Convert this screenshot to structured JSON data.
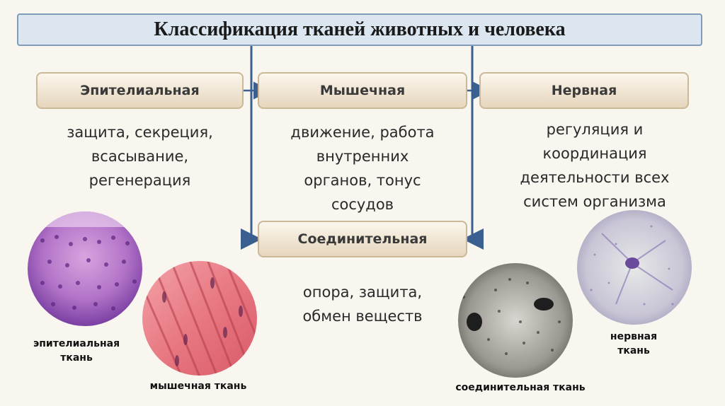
{
  "title": "Классификация тканей животных и человека",
  "categories": {
    "epithelial": "Эпителиальная",
    "muscle": "Мышечная",
    "nervous": "Нервная",
    "connective": "Соединительная"
  },
  "descriptions": {
    "epithelial": [
      "защита, секреция,",
      "всасывание,",
      "регенерация"
    ],
    "muscle": [
      "движение, работа",
      "внутренних",
      "органов, тонус",
      "сосудов"
    ],
    "nervous": [
      "регуляция и",
      "координация",
      "деятельности всех",
      "систем организма"
    ],
    "connective": [
      "опора, защита,",
      "обмен веществ"
    ]
  },
  "captions": {
    "epithelial": [
      "эпителиальная",
      "ткань"
    ],
    "muscle": "мышечная ткань",
    "connective": "соединительная ткань",
    "nervous": [
      "нервная",
      "ткань"
    ]
  },
  "colors": {
    "line": "#3b5f8f",
    "title_bg": "#dce6f1",
    "category_border": "#cbb896"
  }
}
